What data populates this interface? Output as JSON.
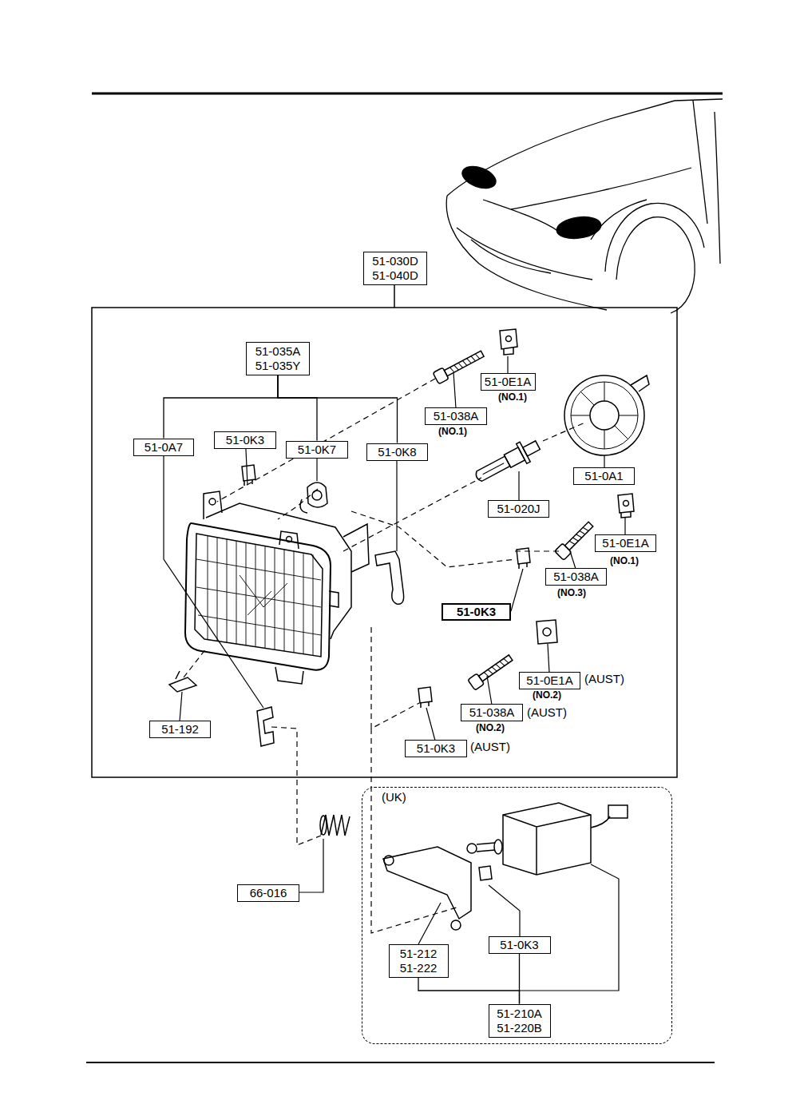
{
  "diagram": {
    "nodes": [
      {
        "text": [
          "51-030D",
          "51-040D"
        ]
      },
      {
        "text": [
          "51-035A",
          "51-035Y"
        ]
      },
      {
        "text": [
          "51-0E1A"
        ]
      },
      {
        "text": [
          "51-038A"
        ]
      },
      {
        "text": [
          "51-0A7"
        ]
      },
      {
        "text": [
          "51-0K3"
        ]
      },
      {
        "text": [
          "51-0K7"
        ]
      },
      {
        "text": [
          "51-0K8"
        ]
      },
      {
        "text": [
          "51-0A1"
        ]
      },
      {
        "text": [
          "51-020J"
        ]
      },
      {
        "text": [
          "51-0E1A"
        ]
      },
      {
        "text": [
          "51-038A"
        ]
      },
      {
        "text": [
          "51-0K3"
        ]
      },
      {
        "text": [
          "51-0E1A"
        ]
      },
      {
        "text": [
          "51-038A"
        ]
      },
      {
        "text": [
          "51-192"
        ]
      },
      {
        "text": [
          "51-0K3"
        ]
      },
      {
        "text": [
          "(UK)"
        ]
      },
      {
        "text": [
          "66-016"
        ]
      },
      {
        "text": [
          "51-0K3"
        ],
        "in": 17
      },
      {
        "text": [
          "51-212",
          "51-222"
        ],
        "in": 17
      },
      {
        "text": [
          "51-210A",
          "51-220B"
        ],
        "in": 17
      }
    ],
    "edges": [
      {
        "from": 1,
        "to": 4,
        "arrow": "none"
      },
      {
        "from": 1,
        "to": 6,
        "arrow": "none"
      },
      {
        "from": 1,
        "to": 7,
        "arrow": "none"
      },
      {
        "from": 21,
        "to": 20,
        "arrow": "none"
      },
      {
        "from": 21,
        "to": 19,
        "arrow": "none"
      }
    ],
    "labels": [
      "(NO.1)",
      "(NO.1)",
      "(NO.1)",
      "(NO.3)",
      "(AUST)",
      "(NO.2)",
      "(AUST)",
      "(NO.2)",
      "(AUST)"
    ]
  }
}
